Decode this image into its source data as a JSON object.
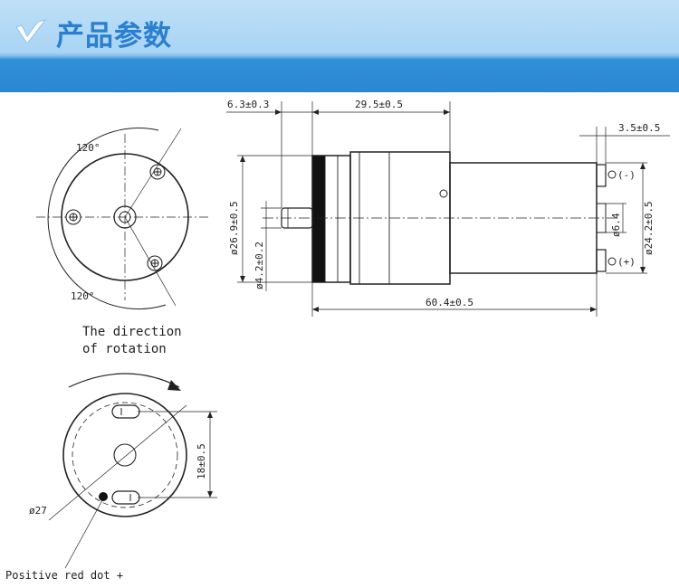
{
  "header": {
    "title": "产品参数",
    "accent": "#2b87d2",
    "title_color": "#2a7fcf"
  },
  "front_view": {
    "angle_top": "120°",
    "angle_bottom": "120°"
  },
  "rotation_label": {
    "line1": "The direction",
    "line2": "of rotation"
  },
  "bottom_view": {
    "diameter": "ø27",
    "pin_spacing": "18±0.5",
    "red_dot_label": "Positive red dot +"
  },
  "side_view": {
    "shaft_length": "6.3±0.3",
    "body_length": "29.5±0.5",
    "terminal_offset": "3.5±0.5",
    "total_length": "60.4±0.5",
    "pump_head_diameter": "ø26.9±0.5",
    "shaft_diameter": "ø4.2±0.2",
    "terminal_spacing": "ø6.4",
    "motor_diameter": "ø24.2±0.5",
    "terminal_minus": "(-)",
    "terminal_plus": "(+)"
  }
}
